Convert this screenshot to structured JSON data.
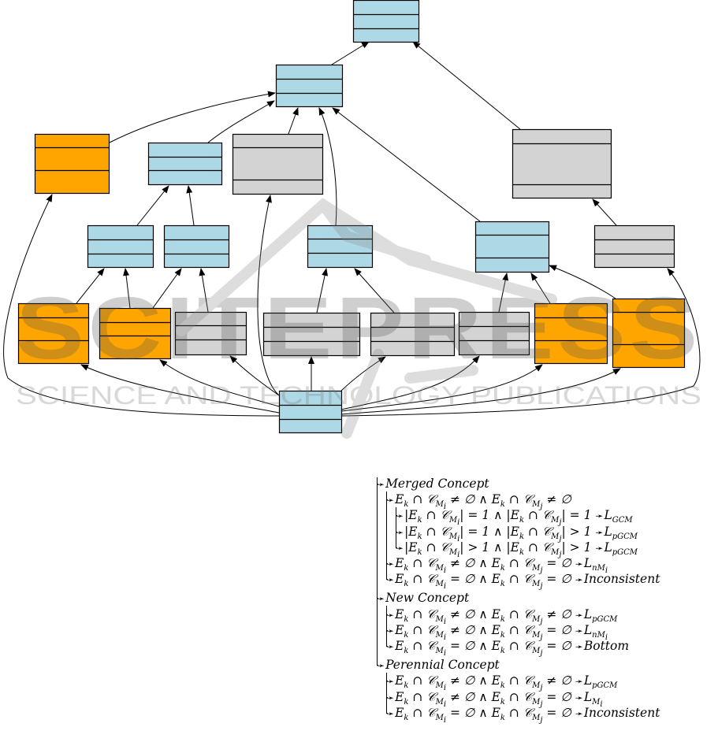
{
  "diagram": {
    "title": "Concept lattice merge diagram",
    "colors": {
      "blue": "#add8e6",
      "orange": "#ffa500",
      "gray": "#d3d3d3",
      "stroke": "#000000"
    },
    "nodes": [
      {
        "id": "n0",
        "color": "blue"
      },
      {
        "id": "n1",
        "color": "blue"
      },
      {
        "id": "n2",
        "color": "orange"
      },
      {
        "id": "n3",
        "color": "blue"
      },
      {
        "id": "n4",
        "color": "gray"
      },
      {
        "id": "n5",
        "color": "gray"
      },
      {
        "id": "n6",
        "color": "blue"
      },
      {
        "id": "n7",
        "color": "blue"
      },
      {
        "id": "n8",
        "color": "blue"
      },
      {
        "id": "n9",
        "color": "blue"
      },
      {
        "id": "n10",
        "color": "gray"
      },
      {
        "id": "l1",
        "color": "orange"
      },
      {
        "id": "l2",
        "color": "orange"
      },
      {
        "id": "l3",
        "color": "gray"
      },
      {
        "id": "l4",
        "color": "gray"
      },
      {
        "id": "l5",
        "color": "gray"
      },
      {
        "id": "l6",
        "color": "gray"
      },
      {
        "id": "l7",
        "color": "orange"
      },
      {
        "id": "l8",
        "color": "orange"
      },
      {
        "id": "hub",
        "color": "blue"
      }
    ],
    "edges": [
      [
        "n1",
        "n0"
      ],
      [
        "n5",
        "n0"
      ],
      [
        "n2",
        "n1"
      ],
      [
        "n3",
        "n1"
      ],
      [
        "n4",
        "n1"
      ],
      [
        "n8",
        "n1"
      ],
      [
        "n9",
        "n1"
      ],
      [
        "n6",
        "n3"
      ],
      [
        "n7",
        "n3"
      ],
      [
        "l1",
        "n6"
      ],
      [
        "l2",
        "n6"
      ],
      [
        "l2",
        "n7"
      ],
      [
        "l3",
        "n7"
      ],
      [
        "l4",
        "n8"
      ],
      [
        "l5",
        "n8"
      ],
      [
        "l6",
        "n9"
      ],
      [
        "l7",
        "n9"
      ],
      [
        "l8",
        "n9"
      ],
      [
        "n10",
        "n5"
      ],
      [
        "hub",
        "l1"
      ],
      [
        "hub",
        "l2"
      ],
      [
        "hub",
        "l3"
      ],
      [
        "hub",
        "l4"
      ],
      [
        "hub",
        "l5"
      ],
      [
        "hub",
        "l6"
      ],
      [
        "hub",
        "l7"
      ],
      [
        "hub",
        "l8"
      ],
      [
        "hub",
        "n2"
      ],
      [
        "hub",
        "n4"
      ],
      [
        "hub",
        "n10"
      ]
    ],
    "watermark": {
      "main": "SCITEPRESS",
      "sub": "SCIENCE AND TECHNOLOGY PUBLICATIONS"
    }
  },
  "tree": {
    "groups": [
      {
        "label": "Merged Concept",
        "items": [
          {
            "condition": "E_k ∩ C_{M_i} ≠ ∅ ∧ E_k ∩ C_{M_j} ≠ ∅",
            "result": "",
            "children": [
              {
                "condition": "|E_k ∩ C_{M_i}| = 1 ∧ |E_k ∩ C_{M_j}| = 1",
                "result": "L_{GCM}"
              },
              {
                "condition": "|E_k ∩ C_{M_i}| = 1 ∧ |E_k ∩ C_{M_j}| > 1",
                "result": "L_{pGCM}"
              },
              {
                "condition": "|E_k ∩ C_{M_i}| > 1 ∧ |E_k ∩ C_{M_j}| > 1",
                "result": "L_{pGCM}"
              }
            ]
          },
          {
            "condition": "E_k ∩ C_{M_i} ≠ ∅ ∧ E_k ∩ C_{M_j} = ∅",
            "result": "L_{nM_i}"
          },
          {
            "condition": "E_k ∩ C_{M_i} = ∅ ∧ E_k ∩ C_{M_j} = ∅",
            "result": "Inconsistent"
          }
        ]
      },
      {
        "label": "New Concept",
        "items": [
          {
            "condition": "E_k ∩ C_{M_i} ≠ ∅ ∧ E_k ∩ C_{M_j} ≠ ∅",
            "result": "L_{pGCM}"
          },
          {
            "condition": "E_k ∩ C_{M_i} ≠ ∅ ∧ E_k ∩ C_{M_j} = ∅",
            "result": "L_{nM_i}"
          },
          {
            "condition": "E_k ∩ C_{M_i} = ∅ ∧ E_k ∩ C_{M_j} = ∅",
            "result": "Bottom"
          }
        ]
      },
      {
        "label": "Perennial Concept",
        "items": [
          {
            "condition": "E_k ∩ C_{M_i} ≠ ∅ ∧ E_k ∩ C_{M_j} ≠ ∅",
            "result": "L_{pGCM}"
          },
          {
            "condition": "E_k ∩ C_{M_i} ≠ ∅ ∧ E_k ∩ C_{M_j} = ∅",
            "result": "L_{M_i}"
          },
          {
            "condition": "E_k ∩ C_{M_i} = ∅ ∧ E_k ∩ C_{M_j} = ∅",
            "result": "Inconsistent"
          }
        ]
      }
    ]
  }
}
